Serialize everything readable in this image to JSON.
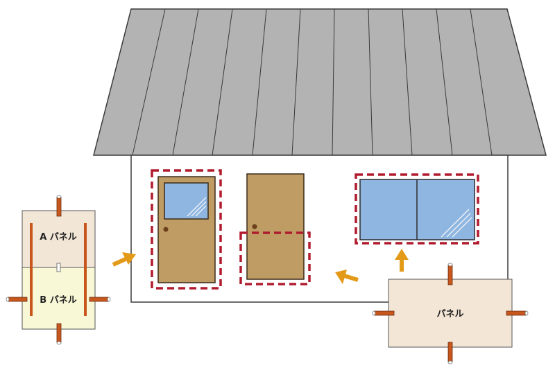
{
  "panels": {
    "a_label": "A パネル",
    "b_label": "B パネル",
    "right_label": "パネル"
  },
  "colors": {
    "roof": "#b3b3b3",
    "roof_line": "#3a3a3a",
    "wall": "#ffffff",
    "door": "#bf9c64",
    "glass": "#8fb6e0",
    "dashed_frame": "#b01c2e",
    "arrow": "#e39a18",
    "panel_a_fill": "#f2e6d6",
    "panel_b_fill": "#f8f7d6",
    "panel_right_fill": "#f3e6d6",
    "bar": "#c8571e"
  },
  "icons": [
    "arrow-icon"
  ]
}
